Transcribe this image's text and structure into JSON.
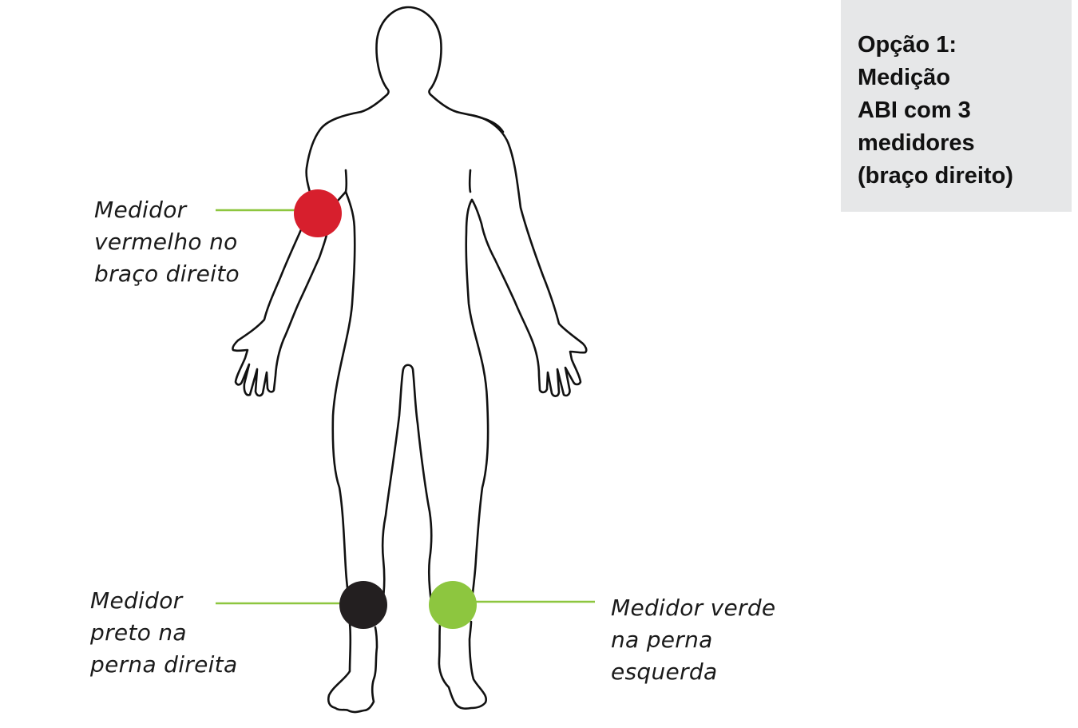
{
  "title_box": {
    "lines": [
      "Opção 1:",
      "Medição",
      "ABI com 3",
      "medidores",
      "(braço direito)"
    ],
    "background": "#e6e7e8"
  },
  "markers": [
    {
      "id": "red",
      "color": "#d71f2d",
      "position": "right arm",
      "label_lines": [
        "Medidor",
        "vermelho no",
        "braço direito"
      ]
    },
    {
      "id": "black",
      "color": "#231f20",
      "position": "right leg",
      "label_lines": [
        "Medidor",
        "preto na",
        "perna direita"
      ]
    },
    {
      "id": "green",
      "color": "#8dc63f",
      "position": "left leg",
      "label_lines": [
        "Medidor verde",
        "na perna",
        "esquerda"
      ]
    }
  ],
  "leader_line_color": "#8dc63f"
}
